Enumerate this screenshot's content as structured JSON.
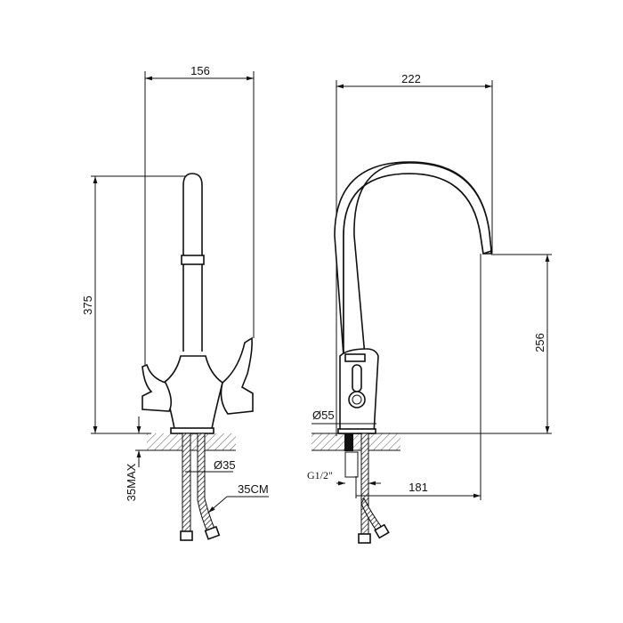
{
  "front_view": {
    "width_dim": "156",
    "height_dim": "375",
    "max_thickness_dim": "35MAX",
    "hole_diameter_dim": "Ø35",
    "hose_length_dim": "35CM"
  },
  "side_view": {
    "reach_dim": "222",
    "spout_height_dim": "256",
    "base_diameter_dim": "Ø55",
    "thread_dim": "G1/2\"",
    "offset_dim": "181"
  }
}
